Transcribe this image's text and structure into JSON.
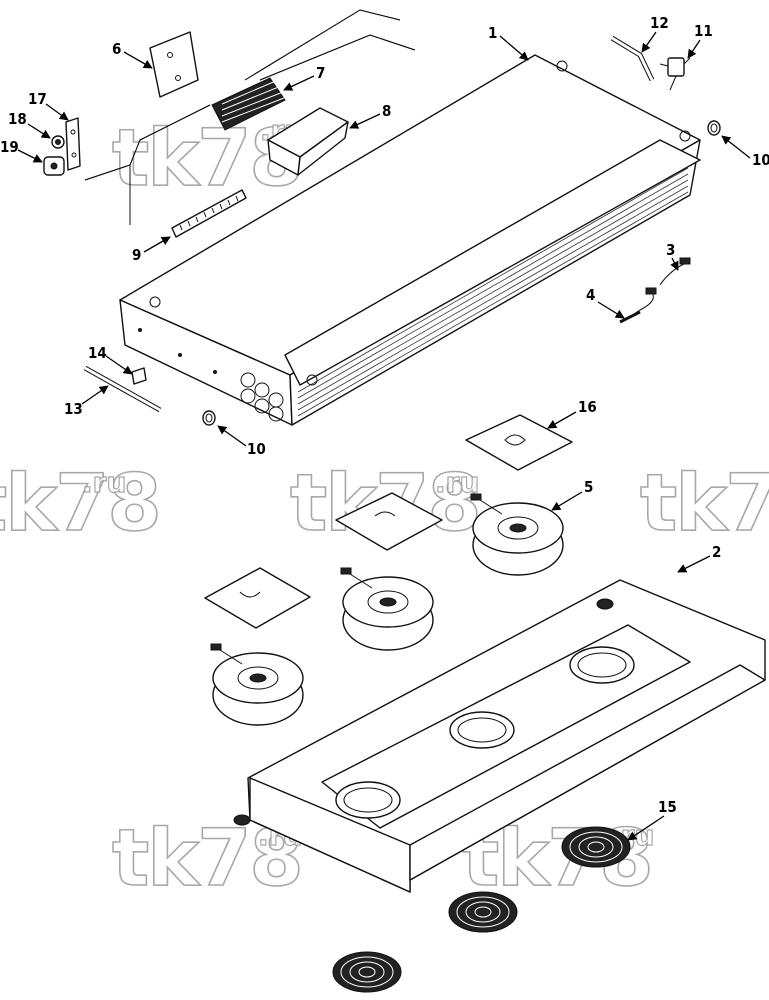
{
  "diagram": {
    "watermark_main": "tk78",
    "watermark_suffix": ".ru",
    "callouts": [
      {
        "id": "1",
        "label": "1"
      },
      {
        "id": "2",
        "label": "2"
      },
      {
        "id": "3",
        "label": "3"
      },
      {
        "id": "4",
        "label": "4"
      },
      {
        "id": "5",
        "label": "5"
      },
      {
        "id": "6",
        "label": "6"
      },
      {
        "id": "7",
        "label": "7"
      },
      {
        "id": "8",
        "label": "8"
      },
      {
        "id": "9",
        "label": "9"
      },
      {
        "id": "10a",
        "label": "10"
      },
      {
        "id": "10b",
        "label": "10"
      },
      {
        "id": "11",
        "label": "11"
      },
      {
        "id": "12",
        "label": "12"
      },
      {
        "id": "13",
        "label": "13"
      },
      {
        "id": "14",
        "label": "14"
      },
      {
        "id": "15",
        "label": "15"
      },
      {
        "id": "16",
        "label": "16"
      },
      {
        "id": "17",
        "label": "17"
      },
      {
        "id": "18",
        "label": "18"
      },
      {
        "id": "19",
        "label": "19"
      }
    ]
  }
}
